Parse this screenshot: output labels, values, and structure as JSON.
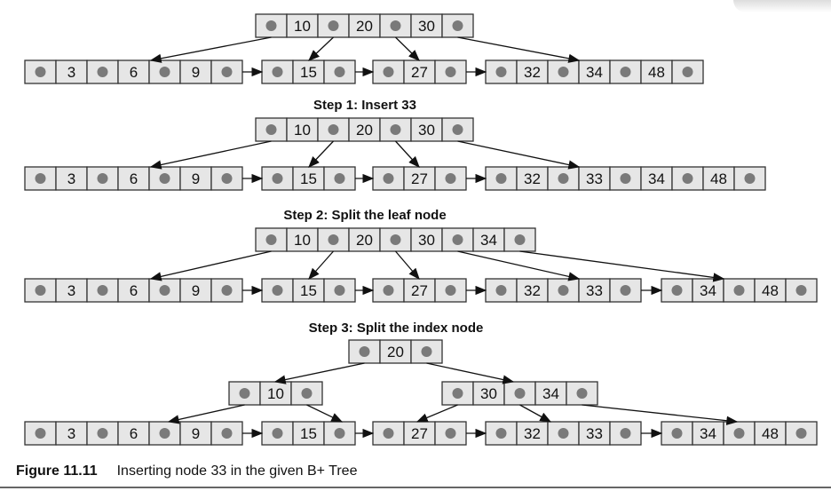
{
  "diagrams": [
    {
      "title": "",
      "root": [
        10,
        20,
        30
      ],
      "index": [],
      "leaves": [
        [
          3,
          6,
          9
        ],
        [
          15
        ],
        [
          27
        ],
        [
          32,
          34,
          48
        ]
      ]
    },
    {
      "title": "Step 1: Insert 33",
      "root": [
        10,
        20,
        30
      ],
      "index": [],
      "leaves": [
        [
          3,
          6,
          9
        ],
        [
          15
        ],
        [
          27
        ],
        [
          32,
          33,
          34,
          48
        ]
      ]
    },
    {
      "title": "Step 2: Split the leaf node",
      "root": [
        10,
        20,
        30,
        34
      ],
      "index": [],
      "leaves": [
        [
          3,
          6,
          9
        ],
        [
          15
        ],
        [
          27
        ],
        [
          32,
          33
        ],
        [
          34,
          48
        ]
      ]
    },
    {
      "title": "Step 3: Split the index node",
      "root": [
        20
      ],
      "index": [
        [
          10
        ],
        [
          30,
          34
        ]
      ],
      "leaves": [
        [
          3,
          6,
          9
        ],
        [
          15
        ],
        [
          27
        ],
        [
          32,
          33
        ],
        [
          34,
          48
        ]
      ]
    }
  ],
  "caption": {
    "label": "Figure 11.11",
    "text": "Inserting node 33 in the given B+ Tree"
  },
  "colors": {
    "cell": "#e6e6e6",
    "border": "#333333",
    "pointer": "#7a7a7a"
  }
}
